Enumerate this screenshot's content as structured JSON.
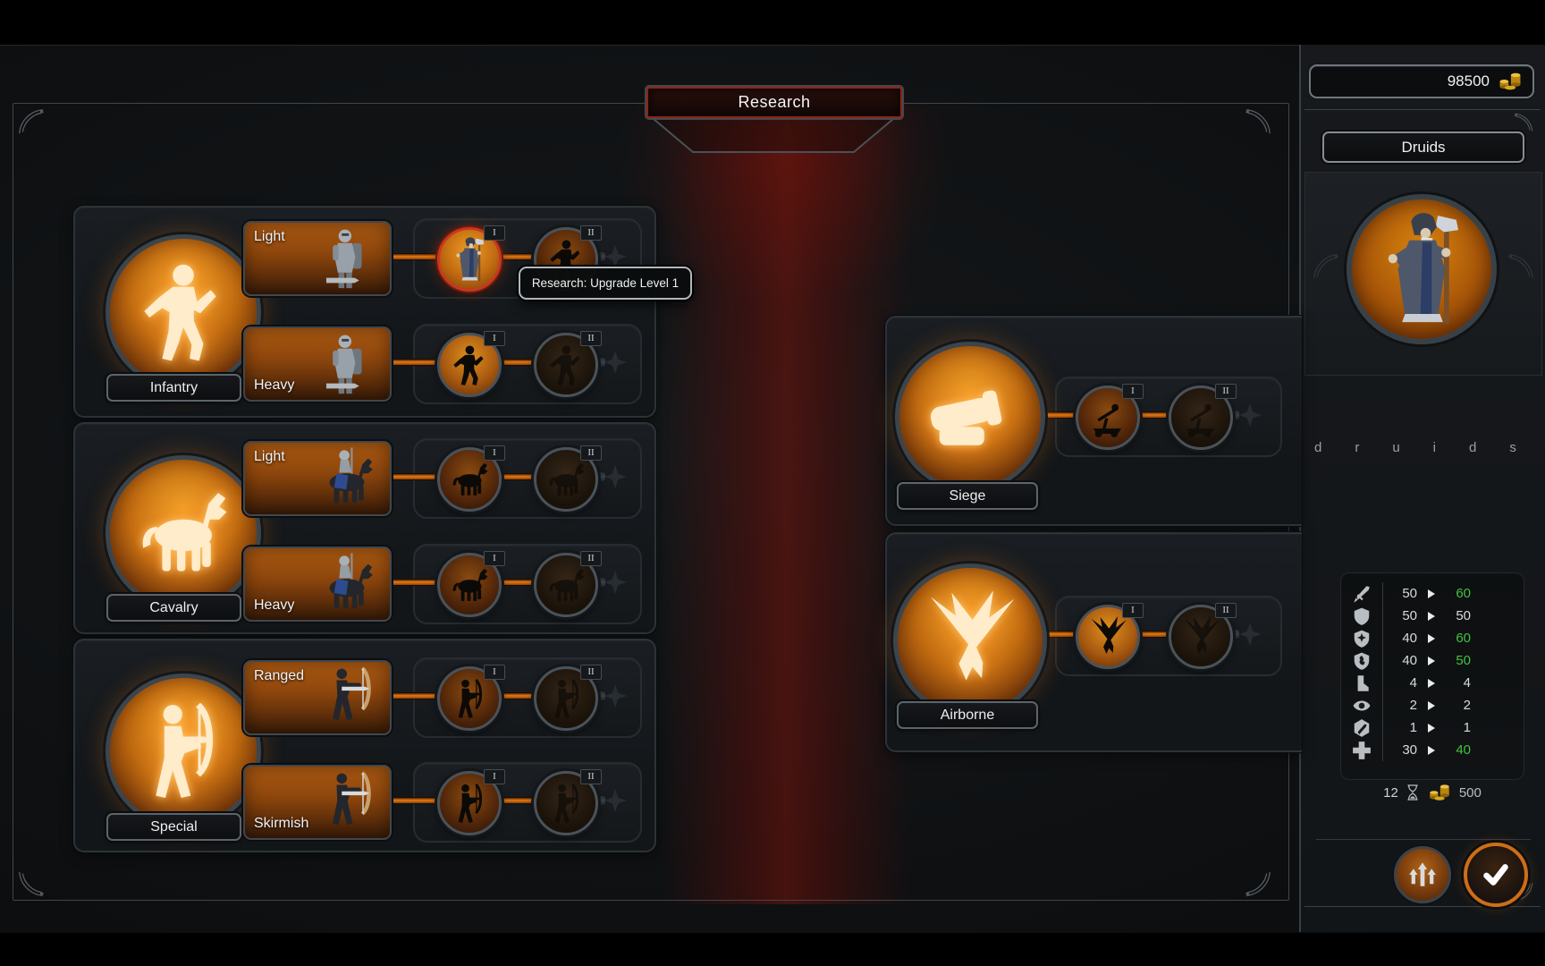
{
  "title": "Research",
  "tooltip": {
    "text": "Research: Upgrade Level 1"
  },
  "header": {
    "currency": "98500",
    "currency_icon": "gold-coins-icon"
  },
  "tree": {
    "left_sections": [
      {
        "label": "Infantry",
        "icon": "warrior-icon",
        "rows": [
          {
            "label": "Light",
            "unit_icon": "knight-icon",
            "nodes": [
              {
                "numeral": "I",
                "state": "selected"
              },
              {
                "numeral": "II",
                "state": "locked"
              }
            ]
          },
          {
            "label": "Heavy",
            "unit_icon": "knight-icon",
            "nodes": [
              {
                "numeral": "I",
                "state": "available"
              },
              {
                "numeral": "II",
                "state": "locked"
              }
            ]
          }
        ]
      },
      {
        "label": "Cavalry",
        "icon": "horse-icon",
        "rows": [
          {
            "label": "Light",
            "unit_icon": "horseman-icon",
            "nodes": [
              {
                "numeral": "I",
                "state": "available"
              },
              {
                "numeral": "II",
                "state": "locked"
              }
            ]
          },
          {
            "label": "Heavy",
            "unit_icon": "horseman-icon",
            "nodes": [
              {
                "numeral": "I",
                "state": "available"
              },
              {
                "numeral": "II",
                "state": "locked"
              }
            ]
          }
        ]
      },
      {
        "label": "Special",
        "icon": "archer-icon",
        "rows": [
          {
            "label": "Ranged",
            "unit_icon": "bowman-icon",
            "nodes": [
              {
                "numeral": "I",
                "state": "available"
              },
              {
                "numeral": "II",
                "state": "locked"
              }
            ]
          },
          {
            "label": "Skirmish",
            "unit_icon": "bowman-icon",
            "nodes": [
              {
                "numeral": "I",
                "state": "available"
              },
              {
                "numeral": "II",
                "state": "locked"
              }
            ]
          }
        ]
      }
    ],
    "right_sections": [
      {
        "label": "Siege",
        "icon": "cannon-icon",
        "nodes": [
          {
            "numeral": "I",
            "state": "available"
          },
          {
            "numeral": "II",
            "state": "locked"
          }
        ]
      },
      {
        "label": "Airborne",
        "icon": "eagle-icon",
        "nodes": [
          {
            "numeral": "I",
            "state": "available"
          },
          {
            "numeral": "II",
            "state": "locked"
          }
        ]
      }
    ]
  },
  "unit_panel": {
    "name": "Druids",
    "marquee": "druids",
    "stats": [
      {
        "icon": "sword-icon",
        "from": "50",
        "to": "60",
        "improved": true
      },
      {
        "icon": "shield-icon",
        "from": "50",
        "to": "50",
        "improved": false
      },
      {
        "icon": "shield-star-icon",
        "from": "40",
        "to": "60",
        "improved": true
      },
      {
        "icon": "shield-flame-icon",
        "from": "40",
        "to": "50",
        "improved": true
      },
      {
        "icon": "boot-icon",
        "from": "4",
        "to": "4",
        "improved": false
      },
      {
        "icon": "eye-icon",
        "from": "2",
        "to": "2",
        "improved": false
      },
      {
        "icon": "hex-sword-icon",
        "from": "1",
        "to": "1",
        "improved": false
      },
      {
        "icon": "plus-icon",
        "from": "30",
        "to": "40",
        "improved": true
      }
    ],
    "cost": {
      "time": "12",
      "gold": "500"
    }
  },
  "colors": {
    "accent_orange": "#e07a14",
    "selected_red": "#c8381f",
    "improved_green": "#42c142",
    "gold": "#d9a81f"
  }
}
